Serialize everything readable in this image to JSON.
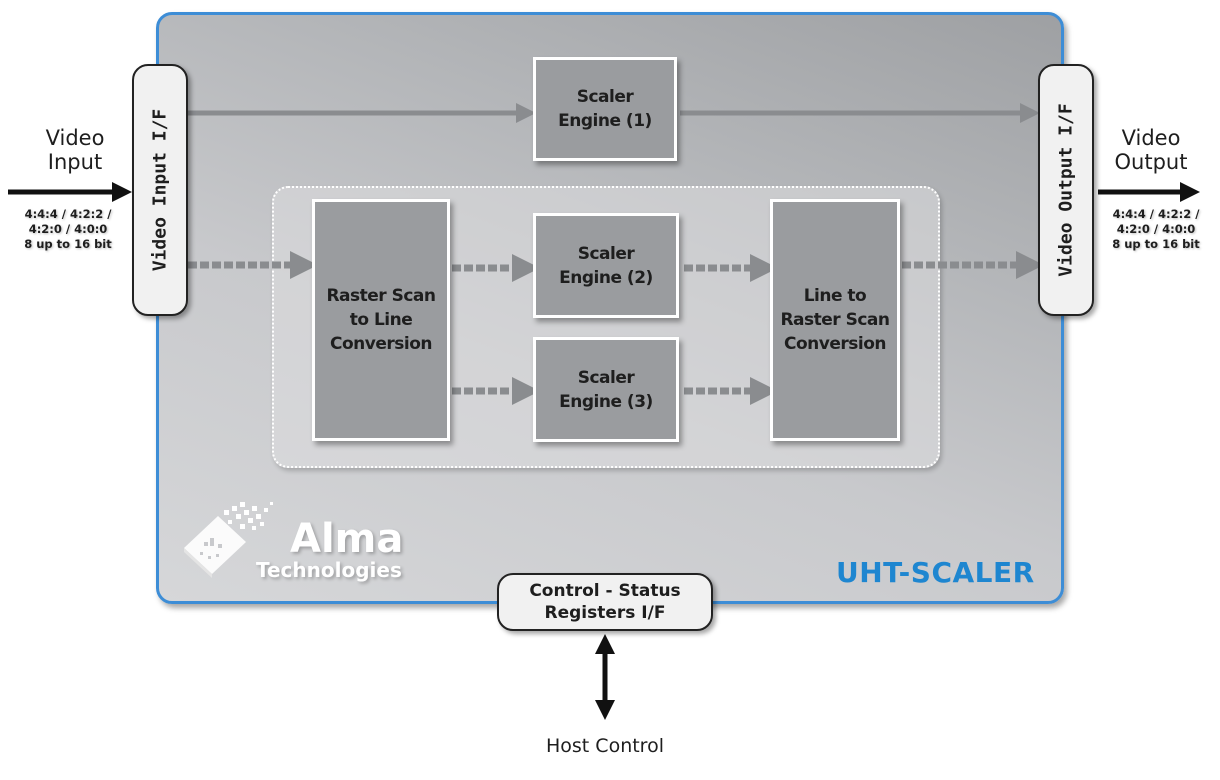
{
  "diagram": {
    "product_name": "UHT-SCALER",
    "accent_color": "#3d8dd6",
    "product_color": "#1e86d0",
    "logo": {
      "name": "Alma",
      "subtitle": "Technologies"
    },
    "input": {
      "label": "Video\nInput",
      "formats": "4:4:4 / 4:2:2 /\n4:2:0 / 4:0:0\n8 up to 16 bit",
      "interface": "Video Input I/F"
    },
    "output": {
      "label": "Video\nOutput",
      "formats": "4:4:4 / 4:2:2 /\n4:2:0 / 4:0:0\n8 up to 16 bit",
      "interface": "Video Output I/F"
    },
    "blocks": {
      "scaler1": "Scaler\nEngine (1)",
      "scaler2": "Scaler\nEngine (2)",
      "scaler3": "Scaler\nEngine (3)",
      "raster_to_line": "Raster Scan\nto Line\nConversion",
      "line_to_raster": "Line to\nRaster Scan\nConversion"
    },
    "control": {
      "interface": "Control - Status\nRegisters I/F",
      "host": "Host Control"
    }
  }
}
